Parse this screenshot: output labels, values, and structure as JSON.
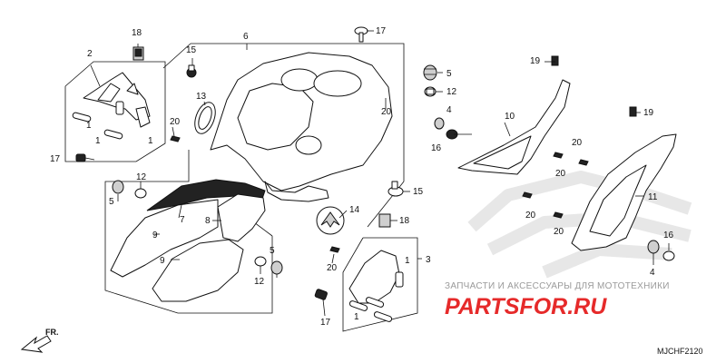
{
  "diagram": {
    "code": "MJCHF2120",
    "direction_label": "FR.",
    "watermark": {
      "line1": "ЗАПЧАСТИ И АКСЕССУАРЫ ДЛЯ МОТОТЕХНИКИ",
      "line2": "PARTSFOR.RU"
    },
    "callouts": {
      "c1a": "1",
      "c1b": "1",
      "c1c": "1",
      "c1d": "1",
      "c1e": "1",
      "c2": "2",
      "c3": "3",
      "c4a": "4",
      "c4b": "4",
      "c5a": "5",
      "c5b": "5",
      "c5c": "5",
      "c6": "6",
      "c7": "7",
      "c8": "8",
      "c9a": "9",
      "c9b": "9",
      "c10": "10",
      "c11": "11",
      "c12a": "12",
      "c12b": "12",
      "c12c": "12",
      "c13": "13",
      "c14": "14",
      "c15a": "15",
      "c15b": "15",
      "c16a": "16",
      "c16b": "16",
      "c17a": "17",
      "c17b": "17",
      "c17c": "17",
      "c18a": "18",
      "c18b": "18",
      "c19a": "19",
      "c19b": "19",
      "c20a": "20",
      "c20b": "20",
      "c20c": "20",
      "c20d": "20",
      "c20e": "20",
      "c20f": "20",
      "c20g": "20"
    }
  }
}
